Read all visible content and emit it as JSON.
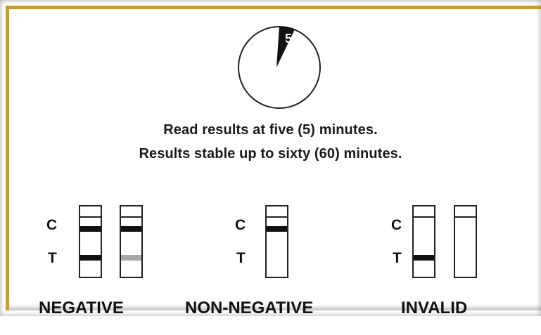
{
  "timer": {
    "label": "5"
  },
  "instructions": {
    "line1": "Read results at five (5) minutes.",
    "line2": "Results stable up to sixty (60) minutes."
  },
  "strip_letters": {
    "c": "C",
    "t": "T"
  },
  "results": [
    {
      "label": "NEGATIVE",
      "strips": [
        {
          "control": true,
          "test": "dark"
        },
        {
          "control": true,
          "test": "faint"
        }
      ]
    },
    {
      "label": "NON-NEGATIVE",
      "strips": [
        {
          "control": true,
          "test": "none"
        }
      ]
    },
    {
      "label": "INVALID",
      "strips": [
        {
          "control": false,
          "test": "dark"
        },
        {
          "control": false,
          "test": "none"
        }
      ]
    }
  ],
  "colors": {
    "frame": "#c49a3a",
    "ink": "#111111",
    "faint_band": "#a8a8a8"
  }
}
